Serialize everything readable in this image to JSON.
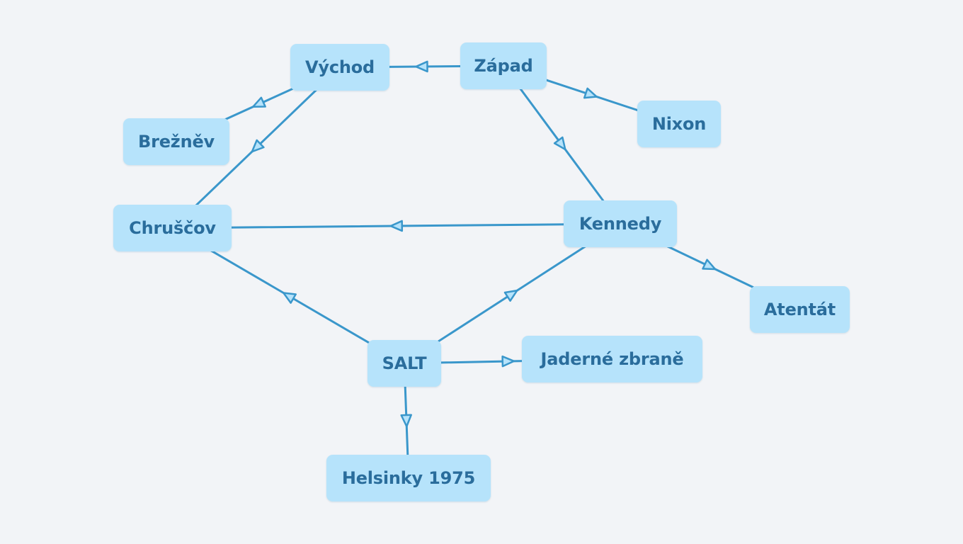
{
  "diagram": {
    "colors": {
      "background": "#f2f4f7",
      "node_fill": "#b6e3fb",
      "node_text": "#2a6d9c",
      "edge": "#3a97cb"
    },
    "nodes": {
      "vychod": "Východ",
      "zapad": "Západ",
      "breznev": "Brežněv",
      "nixon": "Nixon",
      "chruscov": "Chruščov",
      "kennedy": "Kennedy",
      "atentat": "Atentát",
      "salt": "SALT",
      "jaderne": "Jaderné zbraně",
      "helsinky": "Helsinky 1975"
    },
    "edges": [
      {
        "from": "zapad",
        "to": "vychod"
      },
      {
        "from": "zapad",
        "to": "nixon"
      },
      {
        "from": "zapad",
        "to": "kennedy"
      },
      {
        "from": "vychod",
        "to": "breznev"
      },
      {
        "from": "vychod",
        "to": "chruscov"
      },
      {
        "from": "kennedy",
        "to": "chruscov"
      },
      {
        "from": "kennedy",
        "to": "atentat"
      },
      {
        "from": "salt",
        "to": "chruscov"
      },
      {
        "from": "salt",
        "to": "kennedy"
      },
      {
        "from": "salt",
        "to": "jaderne"
      },
      {
        "from": "salt",
        "to": "helsinky"
      }
    ]
  }
}
